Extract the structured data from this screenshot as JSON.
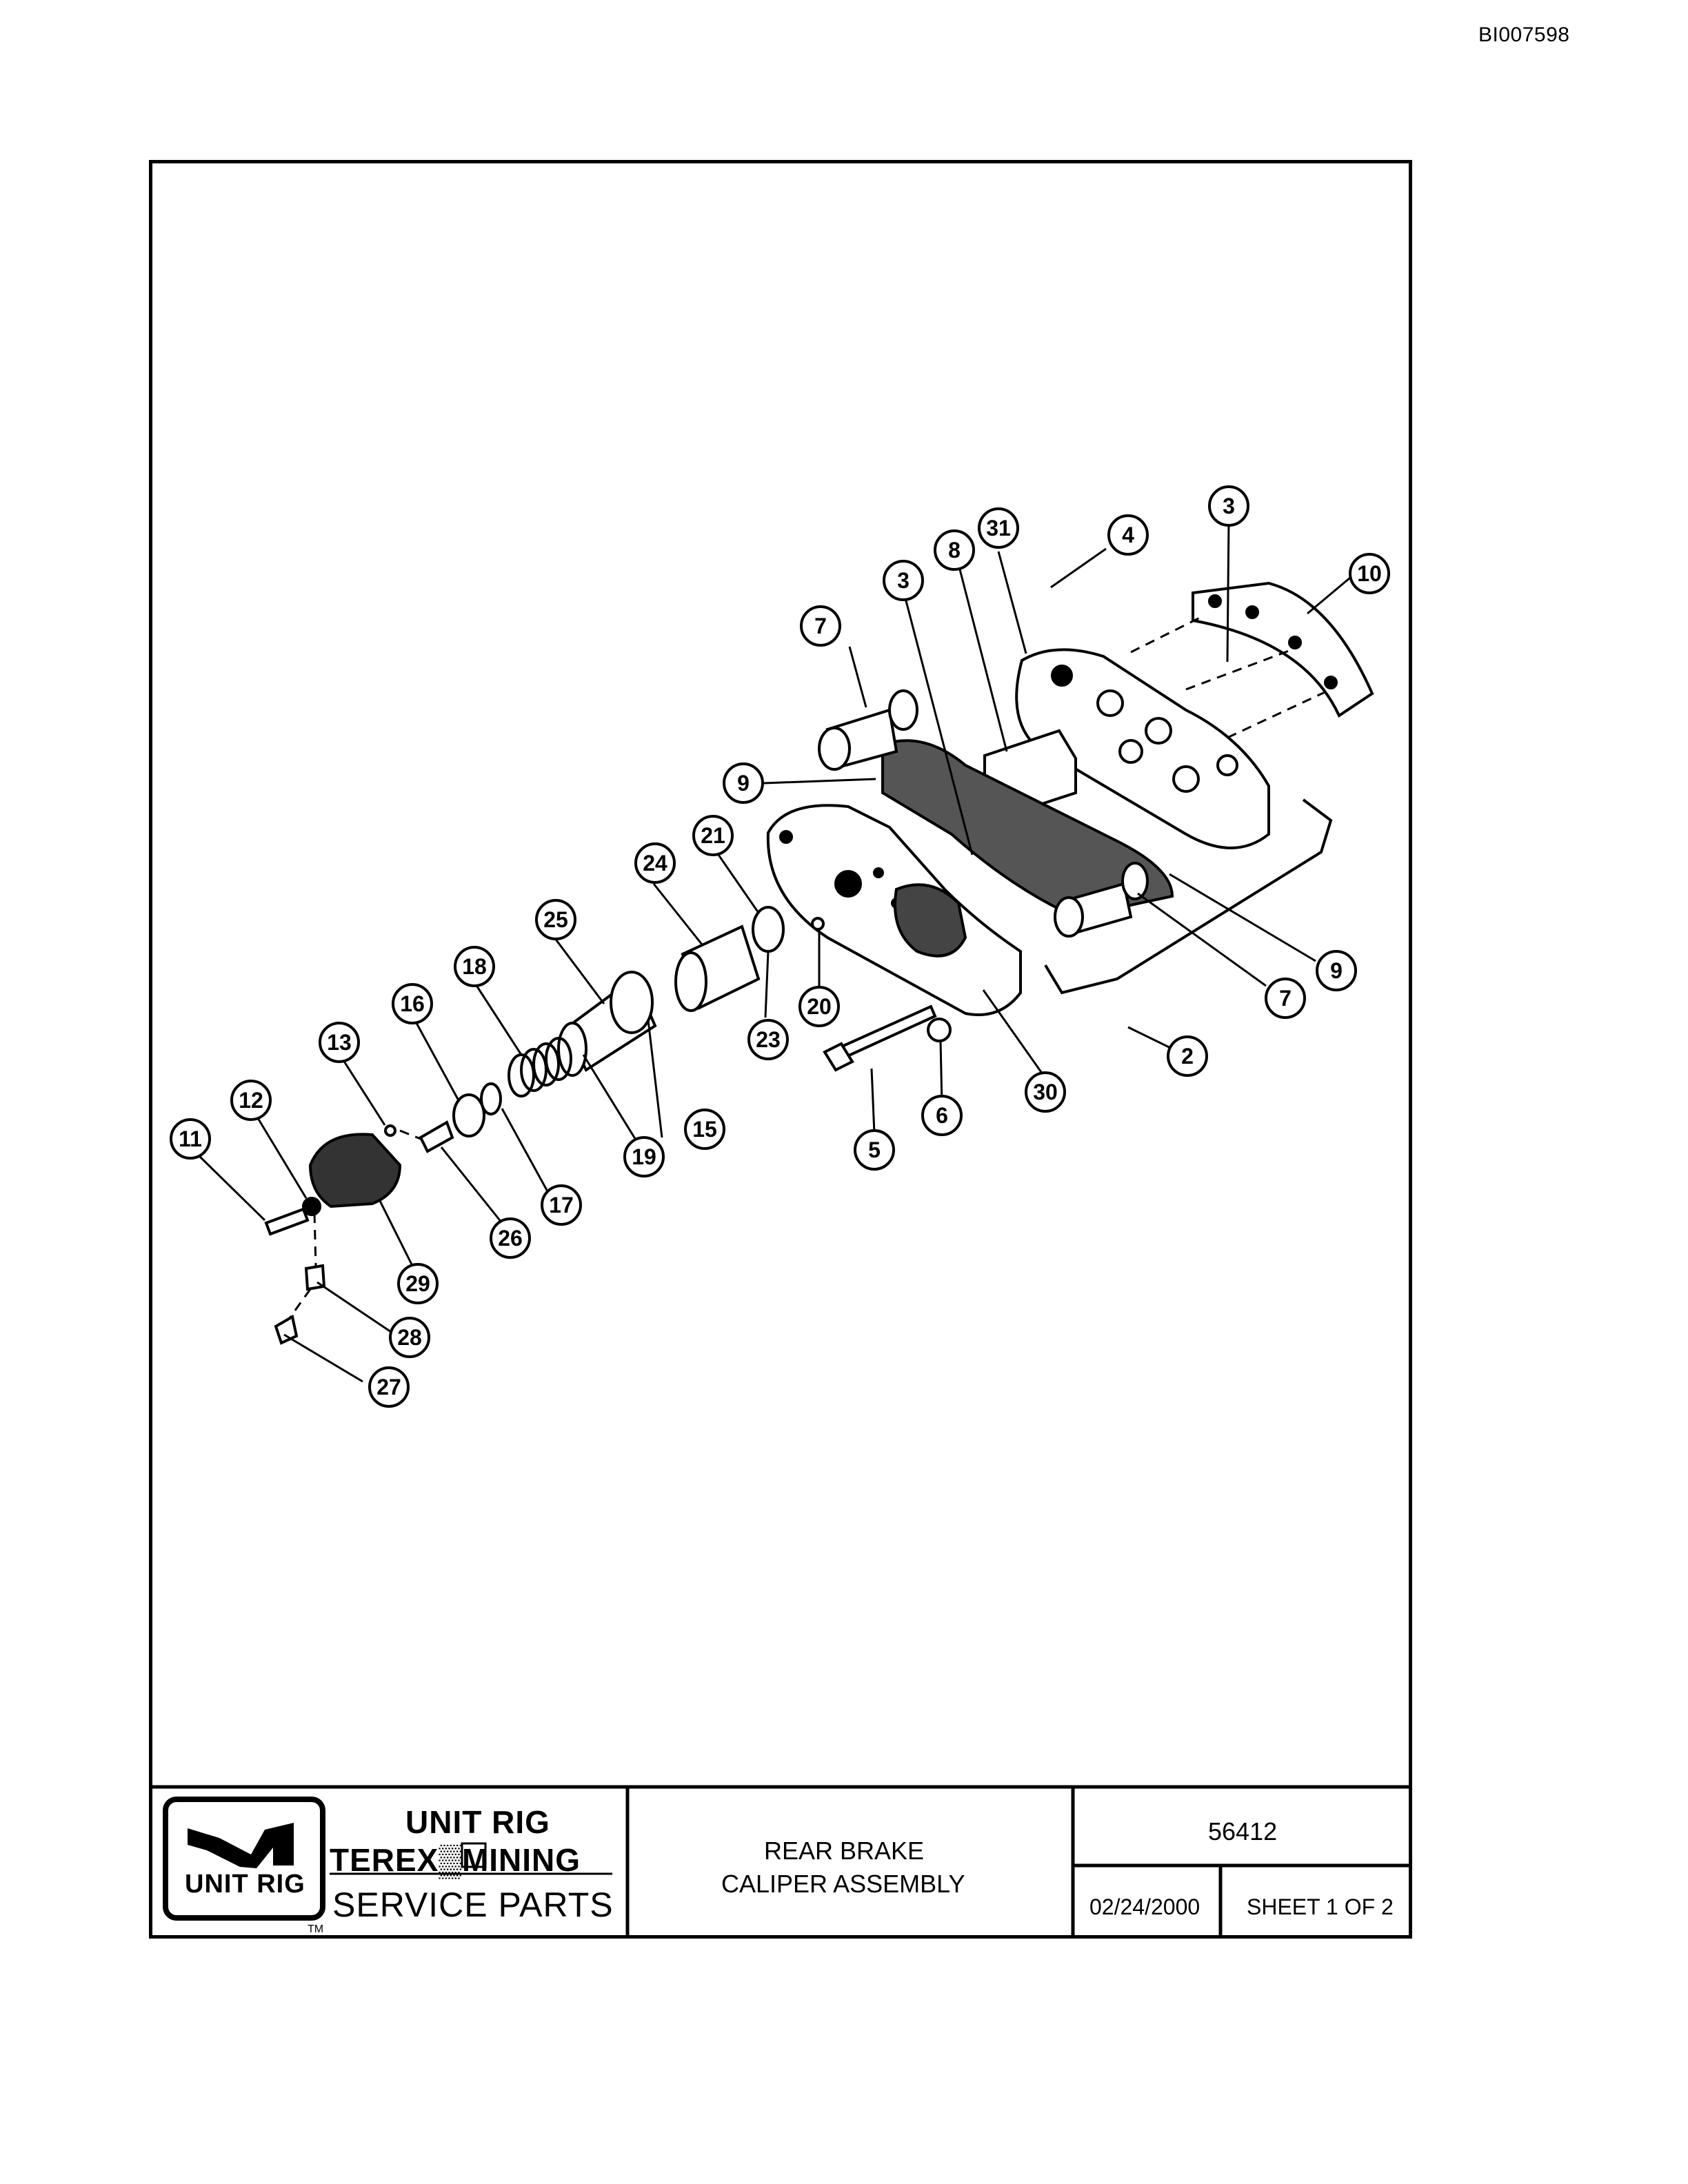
{
  "document_id": "BI007598",
  "title_block": {
    "brand_line1": "UNIT RIG",
    "brand_line2": "TEREX▒MINING",
    "brand_line3": "SERVICE PARTS",
    "logo_text": "UNIT RIG",
    "trademark": "TM",
    "title_line1": "REAR BRAKE",
    "title_line2": "CALIPER ASSEMBLY",
    "part_number": "56412",
    "date": "02/24/2000",
    "sheet": "SHEET 1 OF 2"
  },
  "callouts": [
    "2",
    "3",
    "3",
    "4",
    "5",
    "6",
    "7",
    "7",
    "8",
    "9",
    "9",
    "10",
    "11",
    "12",
    "13",
    "15",
    "16",
    "17",
    "18",
    "19",
    "20",
    "21",
    "23",
    "24",
    "25",
    "26",
    "27",
    "28",
    "29",
    "30",
    "31"
  ]
}
